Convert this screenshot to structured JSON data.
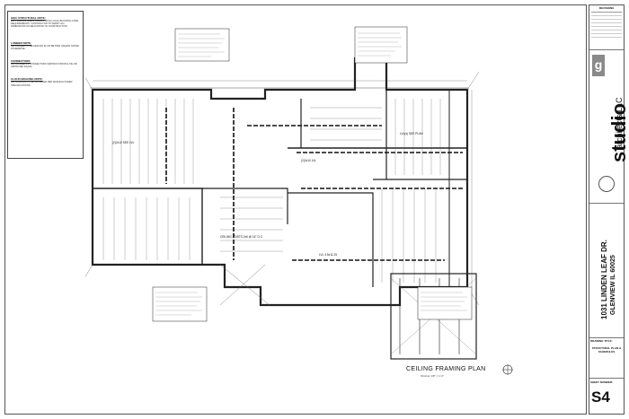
{
  "plan": {
    "title": "CEILING FRAMING PLAN",
    "scale": "SCALE: 1/8\" = 1'-0\"",
    "joist_note": "LVL(s) SEE PLAN",
    "beams": [
      "(2)2x10 SEE LVL",
      "(2)2x10 LVL",
      "LVL 3.5x11.25",
      "CEILING JOISTS 2x6 @ 16\" O.C."
    ]
  },
  "notes": [
    {
      "title": "GEN. STRUCTURAL NOTE:",
      "body": "ALL FRAMING SHALL COMPLY WITH LOCAL BUILDING CODE REQUIREMENTS. CONTRACTOR TO VERIFY ALL DIMENSIONS IN FIELD PRIOR TO CONSTRUCTION."
    },
    {
      "title": "LUMBER NOTE:",
      "body": "ALL LUMBER TO BE HEM-FIR #2 OR BETTER UNLESS NOTED OTHERWISE."
    },
    {
      "title": "CONNECTORS:",
      "body": "ALL HANGERS & CONNECTORS SIMPSON STRONG-TIE OR APPROVED EQUAL."
    },
    {
      "title": "CLOUD BRACING NOTE:",
      "body": "ALL BRACING TO BE INSTALLED PER MANUFACTURER SPECIFICATIONS."
    }
  ],
  "titleblock": {
    "revisions_label": "REVISIONS",
    "firm_name": "studio",
    "firm_logo": "g",
    "firm_sub": "architects LLC",
    "project_address": "1031 LINDEN LEAF DR.",
    "project_city": "GLENVIEW IL 60025",
    "drawing_title_label": "DRAWING TITLE:",
    "drawing_title": "STRUCTURAL PLAN & SCHEDULES",
    "sheet_number_label": "SHEET NUMBER:",
    "sheet_number": "S4"
  }
}
